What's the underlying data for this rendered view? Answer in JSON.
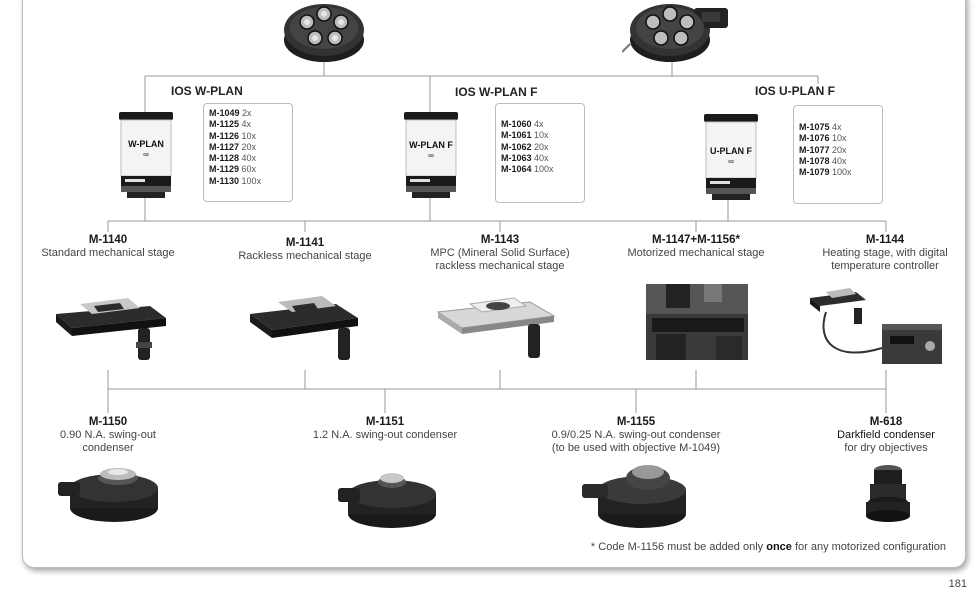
{
  "headers": {
    "w_plan": "IOS W-PLAN",
    "w_plan_f": "IOS W-PLAN F",
    "u_plan_f": "IOS U-PLAN F"
  },
  "objective_labels": {
    "w_plan": "W-PLAN",
    "w_plan_f": "W-PLAN F",
    "u_plan_f": "U-PLAN F",
    "infinity": "∞"
  },
  "codes_w_plan": [
    {
      "code": "M-1049",
      "mag": "2x"
    },
    {
      "code": "M-1125",
      "mag": "4x"
    },
    {
      "code": "M-1126",
      "mag": "10x"
    },
    {
      "code": "M-1127",
      "mag": "20x"
    },
    {
      "code": "M-1128",
      "mag": "40x"
    },
    {
      "code": "M-1129",
      "mag": "60x"
    },
    {
      "code": "M-1130",
      "mag": "100x"
    }
  ],
  "codes_w_plan_f": [
    {
      "code": "M-1060",
      "mag": "4x"
    },
    {
      "code": "M-1061",
      "mag": "10x"
    },
    {
      "code": "M-1062",
      "mag": "20x"
    },
    {
      "code": "M-1063",
      "mag": "40x"
    },
    {
      "code": "M-1064",
      "mag": "100x"
    }
  ],
  "codes_u_plan_f": [
    {
      "code": "M-1075",
      "mag": "4x"
    },
    {
      "code": "M-1076",
      "mag": "10x"
    },
    {
      "code": "M-1077",
      "mag": "20x"
    },
    {
      "code": "M-1078",
      "mag": "40x"
    },
    {
      "code": "M-1079",
      "mag": "100x"
    }
  ],
  "stages": [
    {
      "code": "M-1140",
      "line1": "Standard mechanical stage",
      "line2": ""
    },
    {
      "code": "M-1141",
      "line1": "Rackless mechanical stage",
      "line2": ""
    },
    {
      "code": "M-1143",
      "line1": "MPC (Mineral Solid Surface)",
      "line2": "rackless mechanical stage"
    },
    {
      "code": "M-1147+M-1156*",
      "line1": "Motorized mechanical stage",
      "line2": ""
    },
    {
      "code": "M-1144",
      "line1": "Heating stage, with digital",
      "line2": "temperature controller"
    }
  ],
  "condensers": [
    {
      "code": "M-1150",
      "line1": "0.90 N.A. swing-out",
      "line2": "condenser"
    },
    {
      "code": "M-1151",
      "line1": "1.2 N.A. swing-out condenser",
      "line2": ""
    },
    {
      "code": "M-1155",
      "line1": "0.9/0.25 N.A. swing-out condenser",
      "line2": "(to be used with objective M-1049)"
    },
    {
      "code": "M-618",
      "line1": "Darkfield condenser",
      "line2": "for dry objectives"
    }
  ],
  "footnote": {
    "before": "* Code M-1156 must be added only ",
    "bold": "once",
    "after": " for any motorized configuration"
  },
  "page_number": "181"
}
